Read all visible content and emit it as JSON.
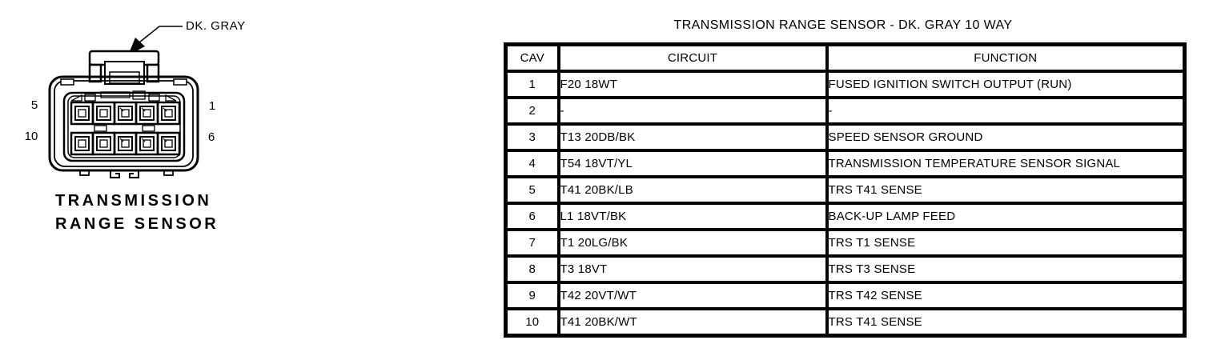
{
  "diagram": {
    "color_callout": "DK. GRAY",
    "pin_labels": {
      "top_left": "5",
      "top_right": "1",
      "bottom_left": "10",
      "bottom_right": "6"
    },
    "caption_line1": "TRANSMISSION",
    "caption_line2": "RANGE SENSOR"
  },
  "table": {
    "title": "TRANSMISSION RANGE SENSOR - DK. GRAY 10 WAY",
    "headers": {
      "cav": "CAV",
      "circuit": "CIRCUIT",
      "function": "FUNCTION"
    },
    "rows": [
      {
        "cav": "1",
        "circuit": "F20 18WT",
        "function": "FUSED IGNITION SWITCH OUTPUT (RUN)"
      },
      {
        "cav": "2",
        "circuit": "-",
        "function": "-"
      },
      {
        "cav": "3",
        "circuit": "T13 20DB/BK",
        "function": "SPEED SENSOR GROUND"
      },
      {
        "cav": "4",
        "circuit": "T54 18VT/YL",
        "function": "TRANSMISSION TEMPERATURE SENSOR SIGNAL"
      },
      {
        "cav": "5",
        "circuit": "T41 20BK/LB",
        "function": "TRS T41 SENSE"
      },
      {
        "cav": "6",
        "circuit": "L1 18VT/BK",
        "function": "BACK-UP LAMP FEED"
      },
      {
        "cav": "7",
        "circuit": "T1 20LG/BK",
        "function": "TRS T1 SENSE"
      },
      {
        "cav": "8",
        "circuit": "T3 18VT",
        "function": "TRS T3 SENSE"
      },
      {
        "cav": "9",
        "circuit": "T42 20VT/WT",
        "function": "TRS T42 SENSE"
      },
      {
        "cav": "10",
        "circuit": "T41 20BK/WT",
        "function": "TRS T41 SENSE"
      }
    ]
  },
  "colors": {
    "ink": "#000000",
    "background": "#ffffff"
  }
}
